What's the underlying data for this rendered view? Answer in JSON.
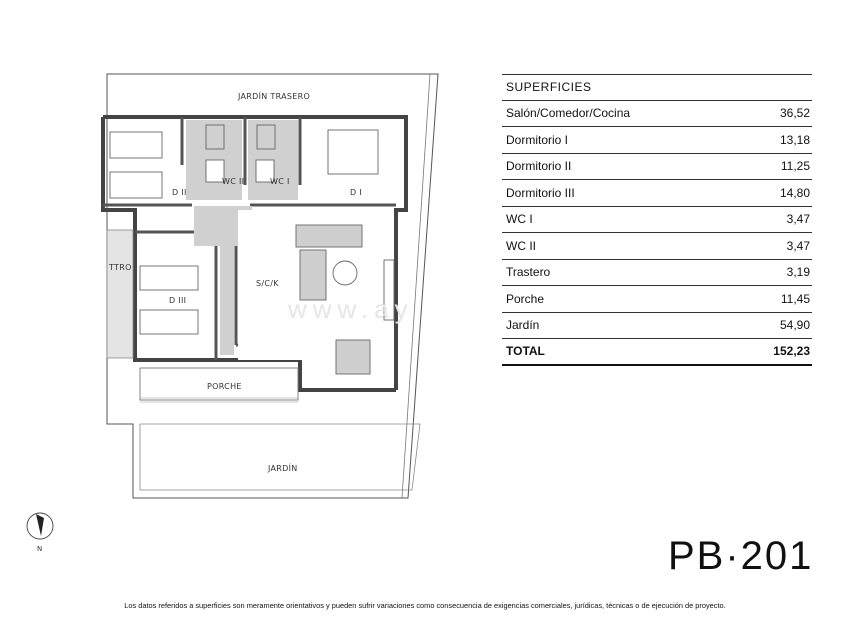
{
  "plan": {
    "labels": {
      "jardin_trasero": "JARDÍN TRASERO",
      "wc2": "WC II",
      "wc1": "WC I",
      "d2": "D II",
      "d1": "D I",
      "ttro": "TTRO",
      "sck": "S/C/K",
      "d3": "D III",
      "porche": "PORCHE",
      "jardin": "JARDÍN",
      "north": "N"
    }
  },
  "table": {
    "title": "SUPERFICIES",
    "rows": [
      {
        "label": "Salón/Comedor/Cocina",
        "value": "36,52"
      },
      {
        "label": "Dormitorio I",
        "value": "13,18"
      },
      {
        "label": "Dormitorio II",
        "value": "11,25"
      },
      {
        "label": "Dormitorio III",
        "value": "14,80"
      },
      {
        "label": "WC I",
        "value": "3,47"
      },
      {
        "label": "WC II",
        "value": "3,47"
      },
      {
        "label": "Trastero",
        "value": "3,19"
      },
      {
        "label": "Porche",
        "value": "11,45"
      },
      {
        "label": "Jardín",
        "value": "54,90"
      }
    ],
    "total_label": "TOTAL",
    "total_value": "152,23"
  },
  "code": "PB·201",
  "disclaimer": "Los datos referidos a superficies son meramente orientativos y pueden sufrir variaciones como consecuencia de exigencias comerciales, jurídicas, técnicas o de ejecución de proyecto."
}
